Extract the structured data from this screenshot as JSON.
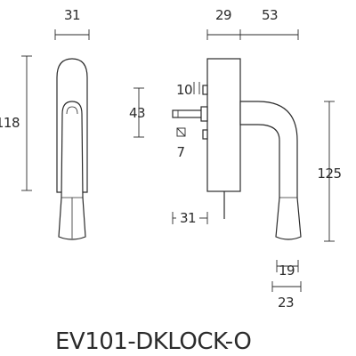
{
  "dimensions": {
    "front_width": "31",
    "front_height": "118",
    "base_depth": "29",
    "handle_projection": "53",
    "spindle_offset_top": "10",
    "spindle_spacing": "43",
    "square_spindle": "7",
    "spindle_length": "31",
    "handle_height": "125",
    "grip_tip_width": "19",
    "grip_width": "23"
  },
  "model": {
    "code": "EV101-DKLOCK-O"
  },
  "icons": {
    "square_symbol": "square-spindle-icon"
  }
}
